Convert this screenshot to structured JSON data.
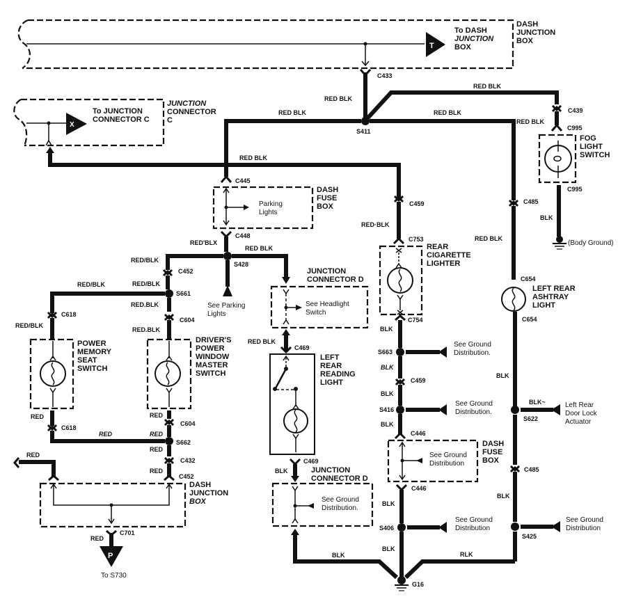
{
  "diagram": {
    "type": "wiring-schematic",
    "boxes": {
      "dash_junction_box_top": {
        "inner": [
          "To DASH",
          "JUNCTION",
          "BOX"
        ],
        "side": [
          "DASH",
          "JUNCTION",
          "BOX"
        ],
        "terminal": "T"
      },
      "junction_connector_c": {
        "inner": [
          "To JUNCTION",
          "CONNECTOR C"
        ],
        "side": [
          "JUNCTION",
          "CONNECTOR",
          "C"
        ],
        "terminal": "X"
      },
      "dash_fuse_box_parking": {
        "inner": [
          "Parking",
          "Lights"
        ],
        "side": [
          "DASH",
          "FUSE",
          "BOX"
        ]
      },
      "junction_connector_d_headlight": {
        "inner": [
          "See Headlight",
          "Switch"
        ],
        "side": [
          "JUNCTION",
          "CONNECTOR D"
        ]
      },
      "fog_light_switch": {
        "side": [
          "FOG",
          "LIGHT",
          "SWITCH"
        ]
      },
      "rear_cigarette_lighter": {
        "side": [
          "REAR",
          "CIGARETTE",
          "LIGHTER"
        ]
      },
      "left_rear_ashtray_light": {
        "side": [
          "LEFT REAR",
          "ASHTRAY",
          "LIGHT"
        ]
      },
      "power_memory_seat_switch": {
        "side": [
          "POWER",
          "MEMORY",
          "SEAT",
          "SWITCH"
        ]
      },
      "drivers_power_window_master_switch": {
        "side": [
          "DRIVER'S",
          "POWER",
          "WINDOW",
          "MASTER",
          "SWITCH"
        ]
      },
      "left_rear_reading_light": {
        "side": [
          "LEFT",
          "REAR",
          "READING",
          "LIGHT"
        ]
      },
      "junction_connector_d_ground": {
        "inner": [
          "See Ground",
          "Distribution."
        ],
        "side": [
          "JUNCTION",
          "CONNECTOR D"
        ]
      },
      "dash_fuse_box_ground": {
        "inner": [
          "See Ground",
          "Distribution"
        ],
        "side": [
          "DASH",
          "FUSE",
          "BOX"
        ]
      },
      "dash_junction_box_bottom": {
        "side": [
          "DASH",
          "JUNCTION",
          "BOX"
        ],
        "terminal": "P",
        "terminal_note": "To S730"
      }
    },
    "connectors": [
      "C433",
      "C439",
      "C995",
      "C995",
      "C445",
      "C448",
      "C459",
      "C485",
      "C753",
      "C754",
      "C654",
      "C654",
      "C452",
      "C618",
      "C618",
      "C604",
      "C604",
      "C469",
      "C469",
      "C459",
      "C446",
      "C446",
      "C485",
      "C432",
      "C452",
      "C701"
    ],
    "splices": [
      "S411",
      "S428",
      "S661",
      "S662",
      "S663",
      "S416",
      "S406",
      "S622",
      "S425"
    ],
    "grounds": [
      "G16",
      "(Body Ground)"
    ],
    "wire_labels": {
      "red_blk": "RED BLK",
      "red_slash_blk": "RED/BLK",
      "red_dot_blk": "RED·BLK",
      "red_tick_blk": "RED'BLX",
      "red_dotted_blk": "RED.BLK",
      "red": "RED",
      "blk": "BLK",
      "blk_tilde": "BLK~",
      "blk_rlk": "RLK"
    },
    "notes": {
      "see_parking_lights": [
        "See Parking",
        "Lights"
      ],
      "see_ground_distribution": [
        "See Ground",
        "Distribution."
      ],
      "see_ground_distribution_plain": [
        "See Ground",
        "Distribution"
      ],
      "left_rear_door_lock": [
        "Left Rear",
        "Door Lock",
        "Actuator"
      ],
      "body_ground": "(Body Ground)",
      "to_s730": "To S730"
    }
  }
}
